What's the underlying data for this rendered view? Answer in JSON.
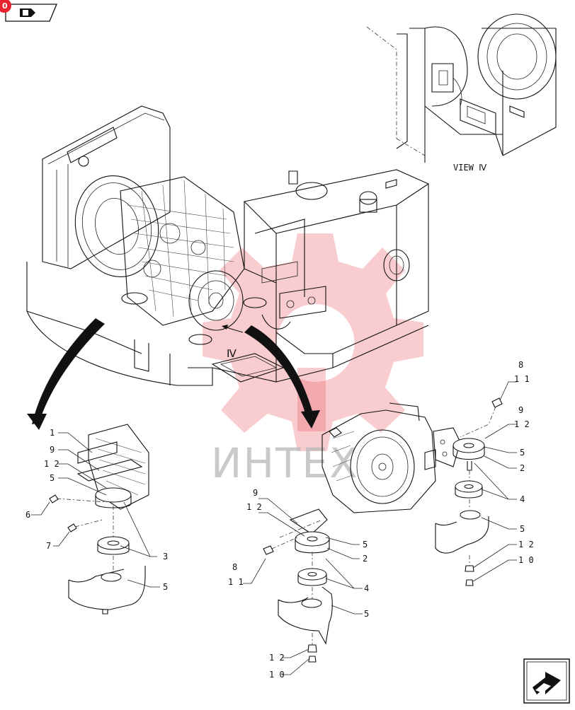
{
  "view_label": "VIEW Ⅳ",
  "view_marker": "Ⅳ",
  "watermark_text": "ИНТЕХ",
  "badge": "0",
  "left_callouts": [
    {
      "id": "l-1",
      "text": "1"
    },
    {
      "id": "l-9",
      "text": "9"
    },
    {
      "id": "l-12",
      "text": "1 2"
    },
    {
      "id": "l-5a",
      "text": "5"
    },
    {
      "id": "l-6",
      "text": "6"
    },
    {
      "id": "l-7",
      "text": "7"
    },
    {
      "id": "l-3",
      "text": "3"
    },
    {
      "id": "l-5b",
      "text": "5"
    }
  ],
  "center_callouts": [
    {
      "id": "c-9",
      "text": "9"
    },
    {
      "id": "c-12",
      "text": "1 2"
    },
    {
      "id": "c-5a",
      "text": "5"
    },
    {
      "id": "c-2",
      "text": "2"
    },
    {
      "id": "c-8",
      "text": "8"
    },
    {
      "id": "c-11",
      "text": "1 1"
    },
    {
      "id": "c-4",
      "text": "4"
    },
    {
      "id": "c-5b",
      "text": "5"
    },
    {
      "id": "c-12b",
      "text": "1 2"
    },
    {
      "id": "c-10",
      "text": "1 0"
    }
  ],
  "right_callouts": [
    {
      "id": "r-8",
      "text": "8"
    },
    {
      "id": "r-11",
      "text": "1 1"
    },
    {
      "id": "r-9",
      "text": "9"
    },
    {
      "id": "r-12",
      "text": "1 2"
    },
    {
      "id": "r-5a",
      "text": "5"
    },
    {
      "id": "r-2",
      "text": "2"
    },
    {
      "id": "r-4",
      "text": "4"
    },
    {
      "id": "r-5b",
      "text": "5"
    },
    {
      "id": "r-12b",
      "text": "1 2"
    },
    {
      "id": "r-10",
      "text": "1 0"
    }
  ],
  "icons": {
    "top_left": "book-arrow-icon",
    "bottom_right": "next-page-arrow-icon"
  },
  "colors": {
    "watermark": "#e84a55",
    "badge": "#e8232f",
    "line": "#111111"
  }
}
